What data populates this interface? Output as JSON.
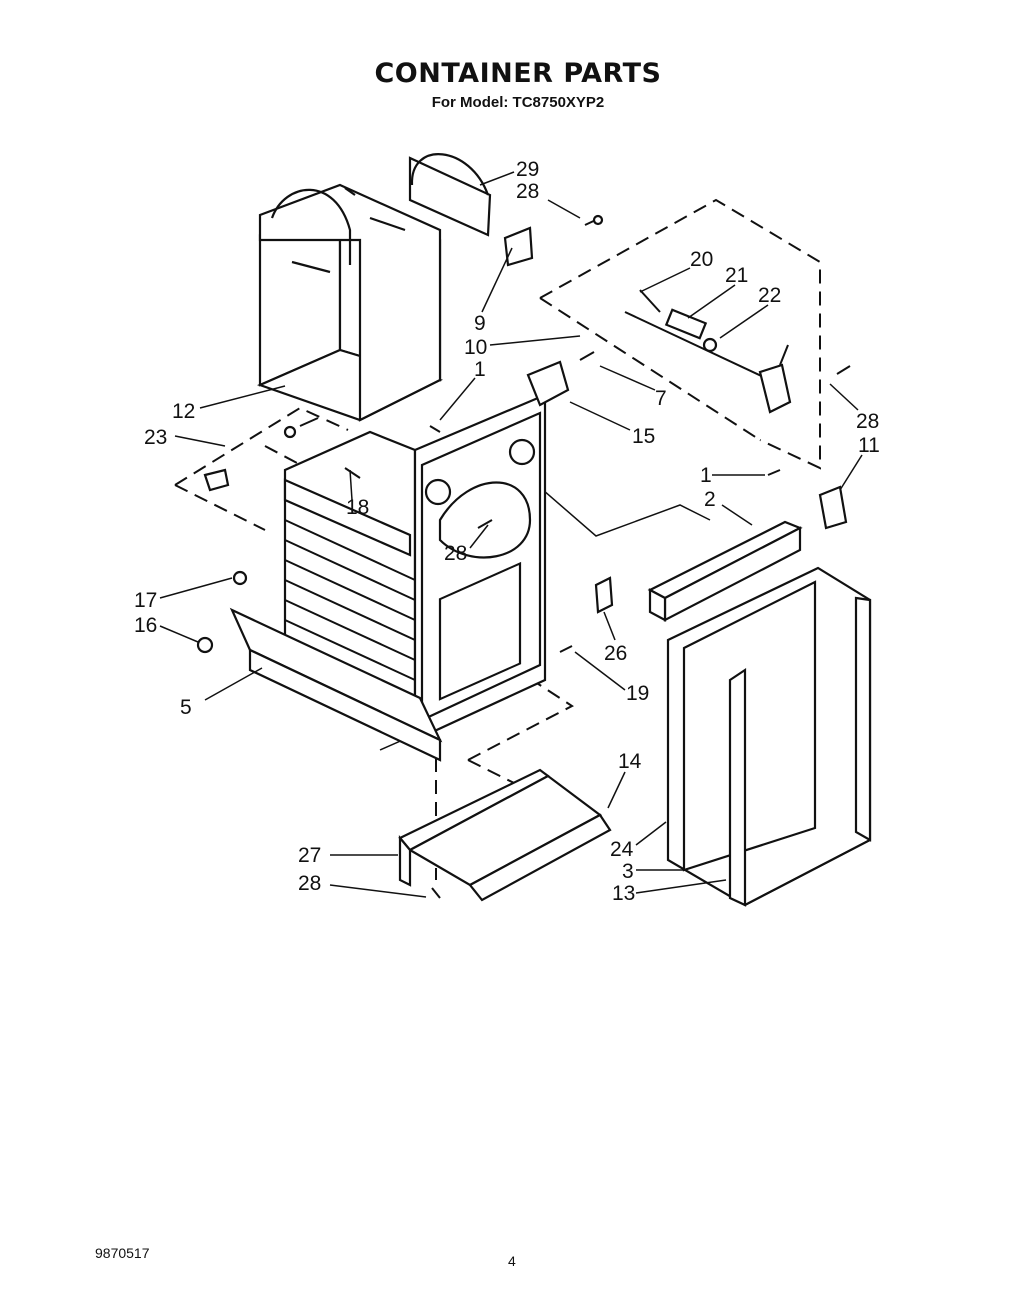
{
  "header": {
    "title": "CONTAINER PARTS",
    "subtitle": "For Model: TC8750XYP2"
  },
  "footer": {
    "code": "9870517",
    "page_number": "4"
  },
  "callouts": {
    "c29": "29",
    "c28a": "28",
    "c20": "20",
    "c21": "21",
    "c22": "22",
    "c9": "9",
    "c10": "10",
    "c1a": "1",
    "c7": "7",
    "c28b": "28",
    "c12": "12",
    "c23": "23",
    "c15": "15",
    "c11": "11",
    "c1b": "1",
    "c18": "18",
    "c2": "2",
    "c28c": "28",
    "c17": "17",
    "c16": "16",
    "c26": "26",
    "c19": "19",
    "c5": "5",
    "c14": "14",
    "c27": "27",
    "c24": "24",
    "c3": "3",
    "c28d": "28",
    "c13": "13"
  }
}
